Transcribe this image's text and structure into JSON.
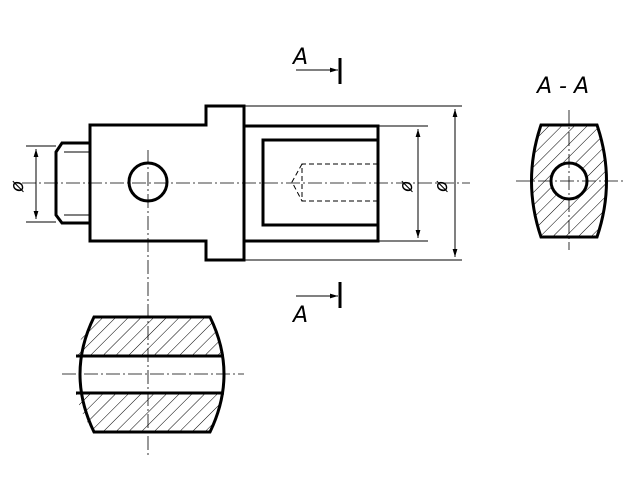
{
  "section_marks": {
    "top_letter": "A",
    "bottom_letter": "A"
  },
  "section_view_title": "A - A",
  "dimensions": {
    "left_diameter": "ø",
    "inner_diameter": "ø",
    "outer_diameter": "ø"
  },
  "colors": {
    "line": "#000000",
    "background": "#ffffff"
  }
}
